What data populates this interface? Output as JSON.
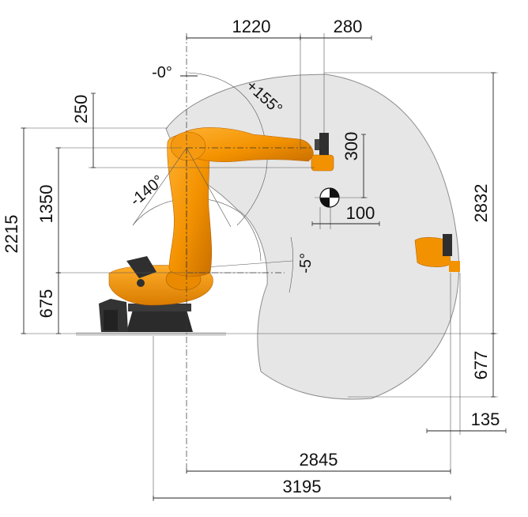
{
  "diagram": {
    "colors": {
      "workspace_fill": "#e6e6e6",
      "workspace_stroke": "#8c8c8c",
      "robot_orange": "#f39200",
      "robot_orange_dark": "#c96f00",
      "base_dark": "#2b2b2b"
    },
    "dimensions": {
      "d1220": "1220",
      "d280": "280",
      "d250": "250",
      "d1350": "1350",
      "d2215": "2215",
      "d675": "675",
      "d300": "300",
      "d100": "100",
      "d2832": "2832",
      "d677": "677",
      "d135": "135",
      "d2845": "2845",
      "d3195": "3195"
    },
    "angles": {
      "a0": "-0°",
      "a155": "+155°",
      "a140": "-140°",
      "a5": "-5°"
    },
    "icons": [
      "center-of-gravity-icon"
    ]
  }
}
